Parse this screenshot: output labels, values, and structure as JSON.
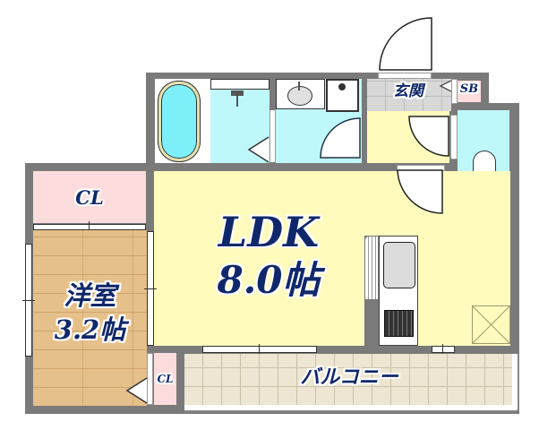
{
  "floorplan": {
    "rooms": {
      "ldk": {
        "name": "LDK",
        "size": "8.0帖"
      },
      "western_room": {
        "name": "洋室",
        "size": "3.2帖"
      },
      "entrance": {
        "name": "玄関"
      },
      "shoe_box": {
        "name": "SB"
      },
      "closet_large": {
        "name": "CL"
      },
      "closet_small": {
        "name": "CL"
      },
      "balcony": {
        "name": "バルコニー"
      }
    },
    "colors": {
      "wall": "#7a7a7a",
      "wet_area": "#bff8fb",
      "ldk_floor": "#fffbbd",
      "closet": "#fcdcdc",
      "wood_floor": "#e6c08a",
      "balcony_tile": "#ece6d2",
      "label_text": "#10286a"
    },
    "fixtures": [
      "bathtub-icon",
      "shower-icon",
      "washbasin-icon",
      "washing-machine-pan-icon",
      "toilet-icon",
      "kitchen-sink-icon",
      "gas-stove-icon",
      "refrigerator-space-icon"
    ]
  }
}
